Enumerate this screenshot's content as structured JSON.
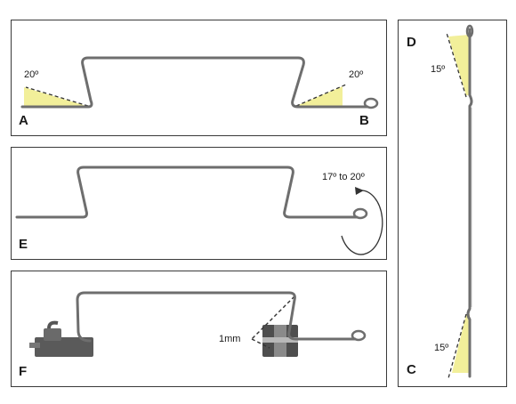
{
  "panels": {
    "top": {
      "letter_left": "A",
      "letter_right": "B",
      "angle_left": "20º",
      "angle_right": "20º"
    },
    "middle": {
      "letter": "E",
      "range": "17º to 20º"
    },
    "bottom": {
      "letter": "F",
      "gap": "1mm"
    },
    "side": {
      "letter_top": "D",
      "letter_bottom": "C",
      "angle_top": "15º",
      "angle_bottom": "15º"
    }
  },
  "colors": {
    "wedge": "#f2ef9a",
    "wire": "#6e6e6e",
    "border": "#3a3a3a"
  }
}
